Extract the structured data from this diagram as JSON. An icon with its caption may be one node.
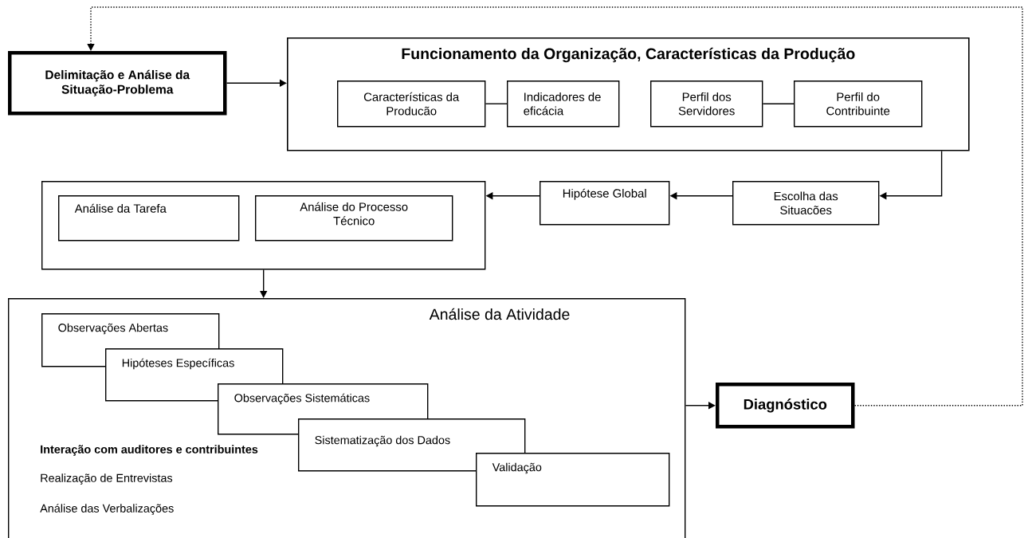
{
  "diagram": {
    "nodes": [
      {
        "text": [
          "Delimitação e Análise da Situação-Problema"
        ]
      },
      {
        "text": [
          "Funcionamento da Organização, Características da Produção"
        ]
      },
      {
        "text": [
          "Características da Producão"
        ],
        "in": 1
      },
      {
        "text": [
          "Indicadores de eficácia"
        ],
        "in": 1
      },
      {
        "text": [
          "Perfil dos Servidores"
        ],
        "in": 1
      },
      {
        "text": [
          "Perfil do Contribuinte"
        ],
        "in": 1
      },
      {
        "text": [
          "Escolha das Situacões"
        ]
      },
      {
        "text": [
          "Hipótese Global"
        ]
      },
      {
        "text": [],
        "shape": "box"
      },
      {
        "text": [
          "Análise da Tarefa"
        ],
        "in": 8
      },
      {
        "text": [
          "Análise do Processo Técnico"
        ],
        "in": 8
      },
      {
        "text": [
          "Análise da  Atividade"
        ]
      },
      {
        "text": [
          "Observações Abertas"
        ],
        "in": 11
      },
      {
        "text": [
          "Hipóteses Específicas"
        ],
        "in": 11
      },
      {
        "text": [
          "Observações  Sistemáticas"
        ],
        "in": 11
      },
      {
        "text": [
          "Sistematização dos Dados"
        ],
        "in": 11
      },
      {
        "text": [
          "Validação"
        ],
        "in": 11
      },
      {
        "text": [
          "Diagnóstico"
        ]
      }
    ],
    "edges": [
      {
        "from": 0,
        "to": 1,
        "arrow": "to"
      },
      {
        "from": 2,
        "to": 3,
        "arrow": "none"
      },
      {
        "from": 4,
        "to": 5,
        "arrow": "none"
      },
      {
        "from": 1,
        "to": 6,
        "arrow": "to"
      },
      {
        "from": 6,
        "to": 7,
        "arrow": "to"
      },
      {
        "from": 7,
        "to": 8,
        "arrow": "to"
      },
      {
        "from": 8,
        "to": 11,
        "arrow": "to"
      },
      {
        "from": 11,
        "to": 17,
        "arrow": "to"
      },
      {
        "from": 17,
        "to": 0,
        "arrow": "to",
        "style": "dashed"
      }
    ],
    "labels": [
      "Interação com auditores e contribuintes",
      "Realização de Entrevistas",
      "Análise das Verbalizações"
    ]
  }
}
